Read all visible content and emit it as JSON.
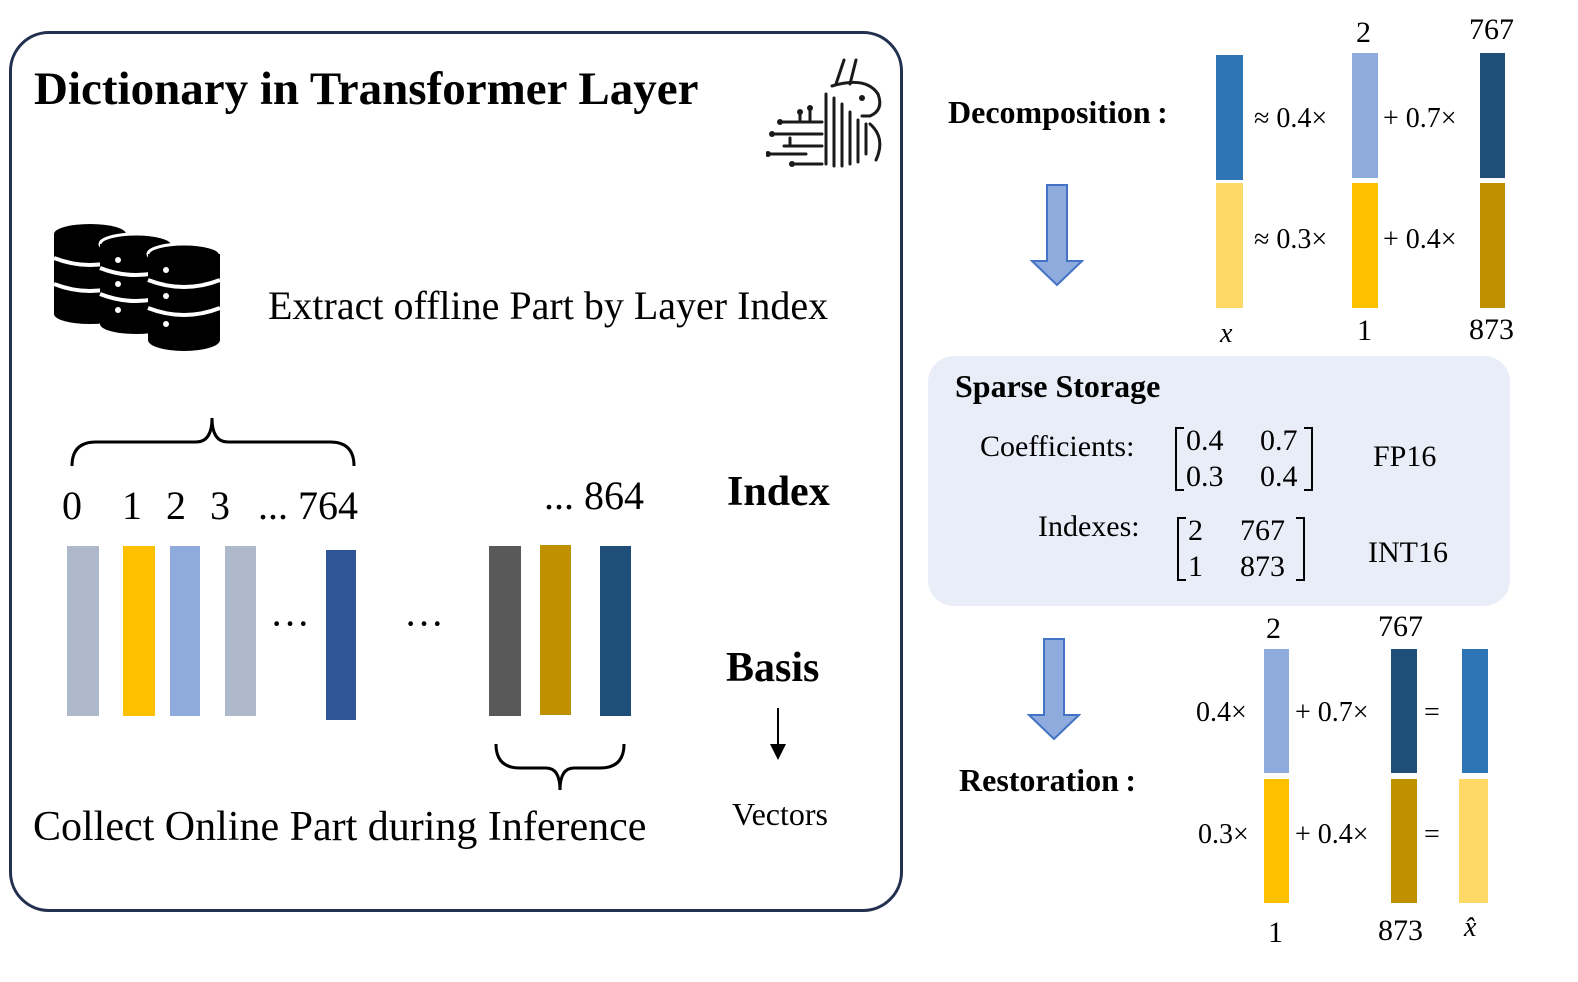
{
  "colors": {
    "gray_light": "#adb9ca",
    "gold": "#ffc000",
    "lavender": "#8faadc",
    "dark_blue": "#2f5597",
    "dark_gray": "#595959",
    "dark_gold": "#bf9000",
    "navy": "#1f4e79",
    "mid_blue": "#2e75b6",
    "light_yellow": "#ffd966",
    "panel_border": "#22314f",
    "arrow_fill": "#8faadc"
  },
  "left": {
    "title": "Dictionary in Transformer Layer",
    "logo_icon": "llama-circuit-logo",
    "db_icon": "database-icon",
    "extract_text": "Extract offline Part by Layer Index",
    "indices": [
      "0",
      "1",
      "2",
      "3",
      "... 764",
      "... 864"
    ],
    "ellipsis": "···",
    "index_label": "Index",
    "basis_label": "Basis",
    "vectors_label": "Vectors",
    "collect_text": "Collect Online Part during Inference"
  },
  "right": {
    "decomposition_label": "Decomposition :",
    "decomp_top_index_mid": "2",
    "decomp_top_index_right": "767",
    "decomp_row1_coef1": "≈ 0.4×",
    "decomp_row1_coef2": "+ 0.7×",
    "decomp_row2_coef1": "≈ 0.3×",
    "decomp_row2_coef2": "+ 0.4×",
    "decomp_bottom_x": "x",
    "decomp_bottom_mid": "1",
    "decomp_bottom_right": "873",
    "sparse_title": "Sparse Storage",
    "coefficients_label": "Coefficients:",
    "coef_matrix": [
      "0.4",
      "0.7",
      "0.3",
      "0.4"
    ],
    "coef_type": "FP16",
    "indexes_label": "Indexes:",
    "index_matrix": [
      "2",
      "767",
      "1",
      "873"
    ],
    "index_type": "INT16",
    "restoration_label": "Restoration :",
    "rest_top_left": "2",
    "rest_top_right": "767",
    "rest_row1_coef1": "0.4×",
    "rest_row1_coef2": "+ 0.7×",
    "rest_row2_coef1": "0.3×",
    "rest_row2_coef2": "+ 0.4×",
    "equals": "=",
    "rest_bottom_left": "1",
    "rest_bottom_right": "873",
    "rest_bottom_xhat": "x̂"
  }
}
